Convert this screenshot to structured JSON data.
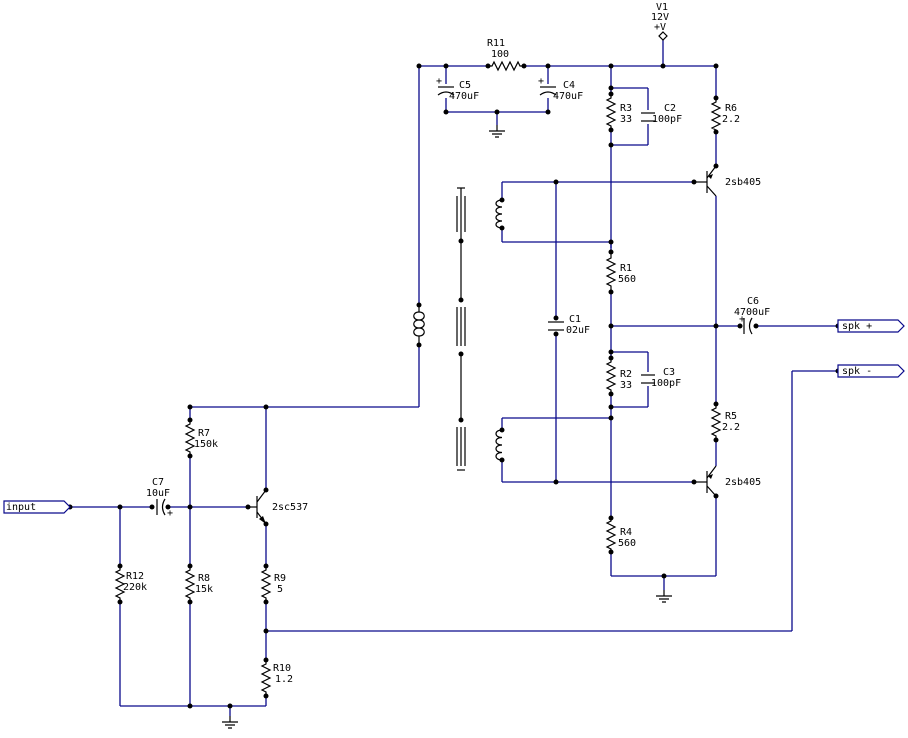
{
  "supply": {
    "name": "V1",
    "value": "12V",
    "pin": "+V"
  },
  "ports": {
    "input": "input",
    "spk_plus": "spk +",
    "spk_minus": "spk -"
  },
  "resistors": {
    "R1": {
      "name": "R1",
      "value": "560"
    },
    "R2": {
      "name": "R2",
      "value": "33"
    },
    "R3": {
      "name": "R3",
      "value": "33"
    },
    "R4": {
      "name": "R4",
      "value": "560"
    },
    "R5": {
      "name": "R5",
      "value": "2.2"
    },
    "R6": {
      "name": "R6",
      "value": "2.2"
    },
    "R7": {
      "name": "R7",
      "value": "150k"
    },
    "R8": {
      "name": "R8",
      "value": "15k"
    },
    "R9": {
      "name": "R9",
      "value": "5"
    },
    "R10": {
      "name": "R10",
      "value": "1.2"
    },
    "R11": {
      "name": "R11",
      "value": "100"
    },
    "R12": {
      "name": "R12",
      "value": "220k"
    }
  },
  "capacitors": {
    "C1": {
      "name": "C1",
      "value": "02uF"
    },
    "C2": {
      "name": "C2",
      "value": "100pF"
    },
    "C3": {
      "name": "C3",
      "value": "100pF"
    },
    "C4": {
      "name": "C4",
      "value": "470uF"
    },
    "C5": {
      "name": "C5",
      "value": "470uF"
    },
    "C6": {
      "name": "C6",
      "value": "4700uF"
    },
    "C7": {
      "name": "C7",
      "value": "10uF"
    }
  },
  "transistors": {
    "Q_top": "2sb405",
    "Q_bottom": "2sb405",
    "Q_driver": "2sc537"
  }
}
